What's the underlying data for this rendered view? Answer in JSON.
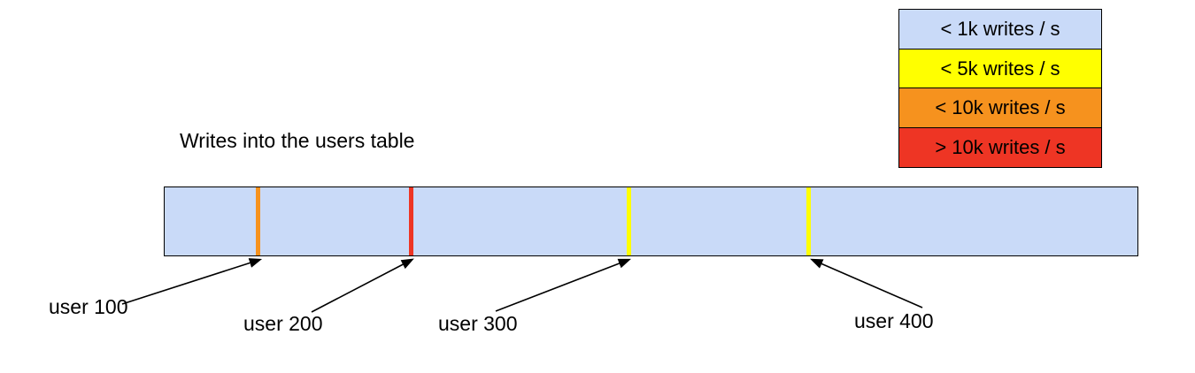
{
  "title": "Writes into the users table",
  "legend": {
    "items": [
      {
        "label": "< 1k writes / s",
        "color": "#c9daf8"
      },
      {
        "label": "< 5k writes / s",
        "color": "#ffff00"
      },
      {
        "label": "< 10k writes / s",
        "color": "#f6921e"
      },
      {
        "label": "> 10k writes / s",
        "color": "#ee3524"
      }
    ]
  },
  "bar": {
    "fill": "#c9daf8",
    "border_color": "#000000",
    "stripes": [
      {
        "user": "user 100",
        "color": "#f6921e",
        "position_pct": 9.6,
        "rate": "< 10k writes / s"
      },
      {
        "user": "user 200",
        "color": "#ee3524",
        "position_pct": 25.3,
        "rate": "> 10k writes / s"
      },
      {
        "user": "user 300",
        "color": "#ffff00",
        "position_pct": 47.7,
        "rate": "< 5k writes / s"
      },
      {
        "user": "user 400",
        "color": "#ffff00",
        "position_pct": 66.2,
        "rate": "< 5k writes / s"
      }
    ]
  },
  "labels": [
    {
      "text": "user 100"
    },
    {
      "text": "user 200"
    },
    {
      "text": "user 300"
    },
    {
      "text": "user 400"
    }
  ]
}
